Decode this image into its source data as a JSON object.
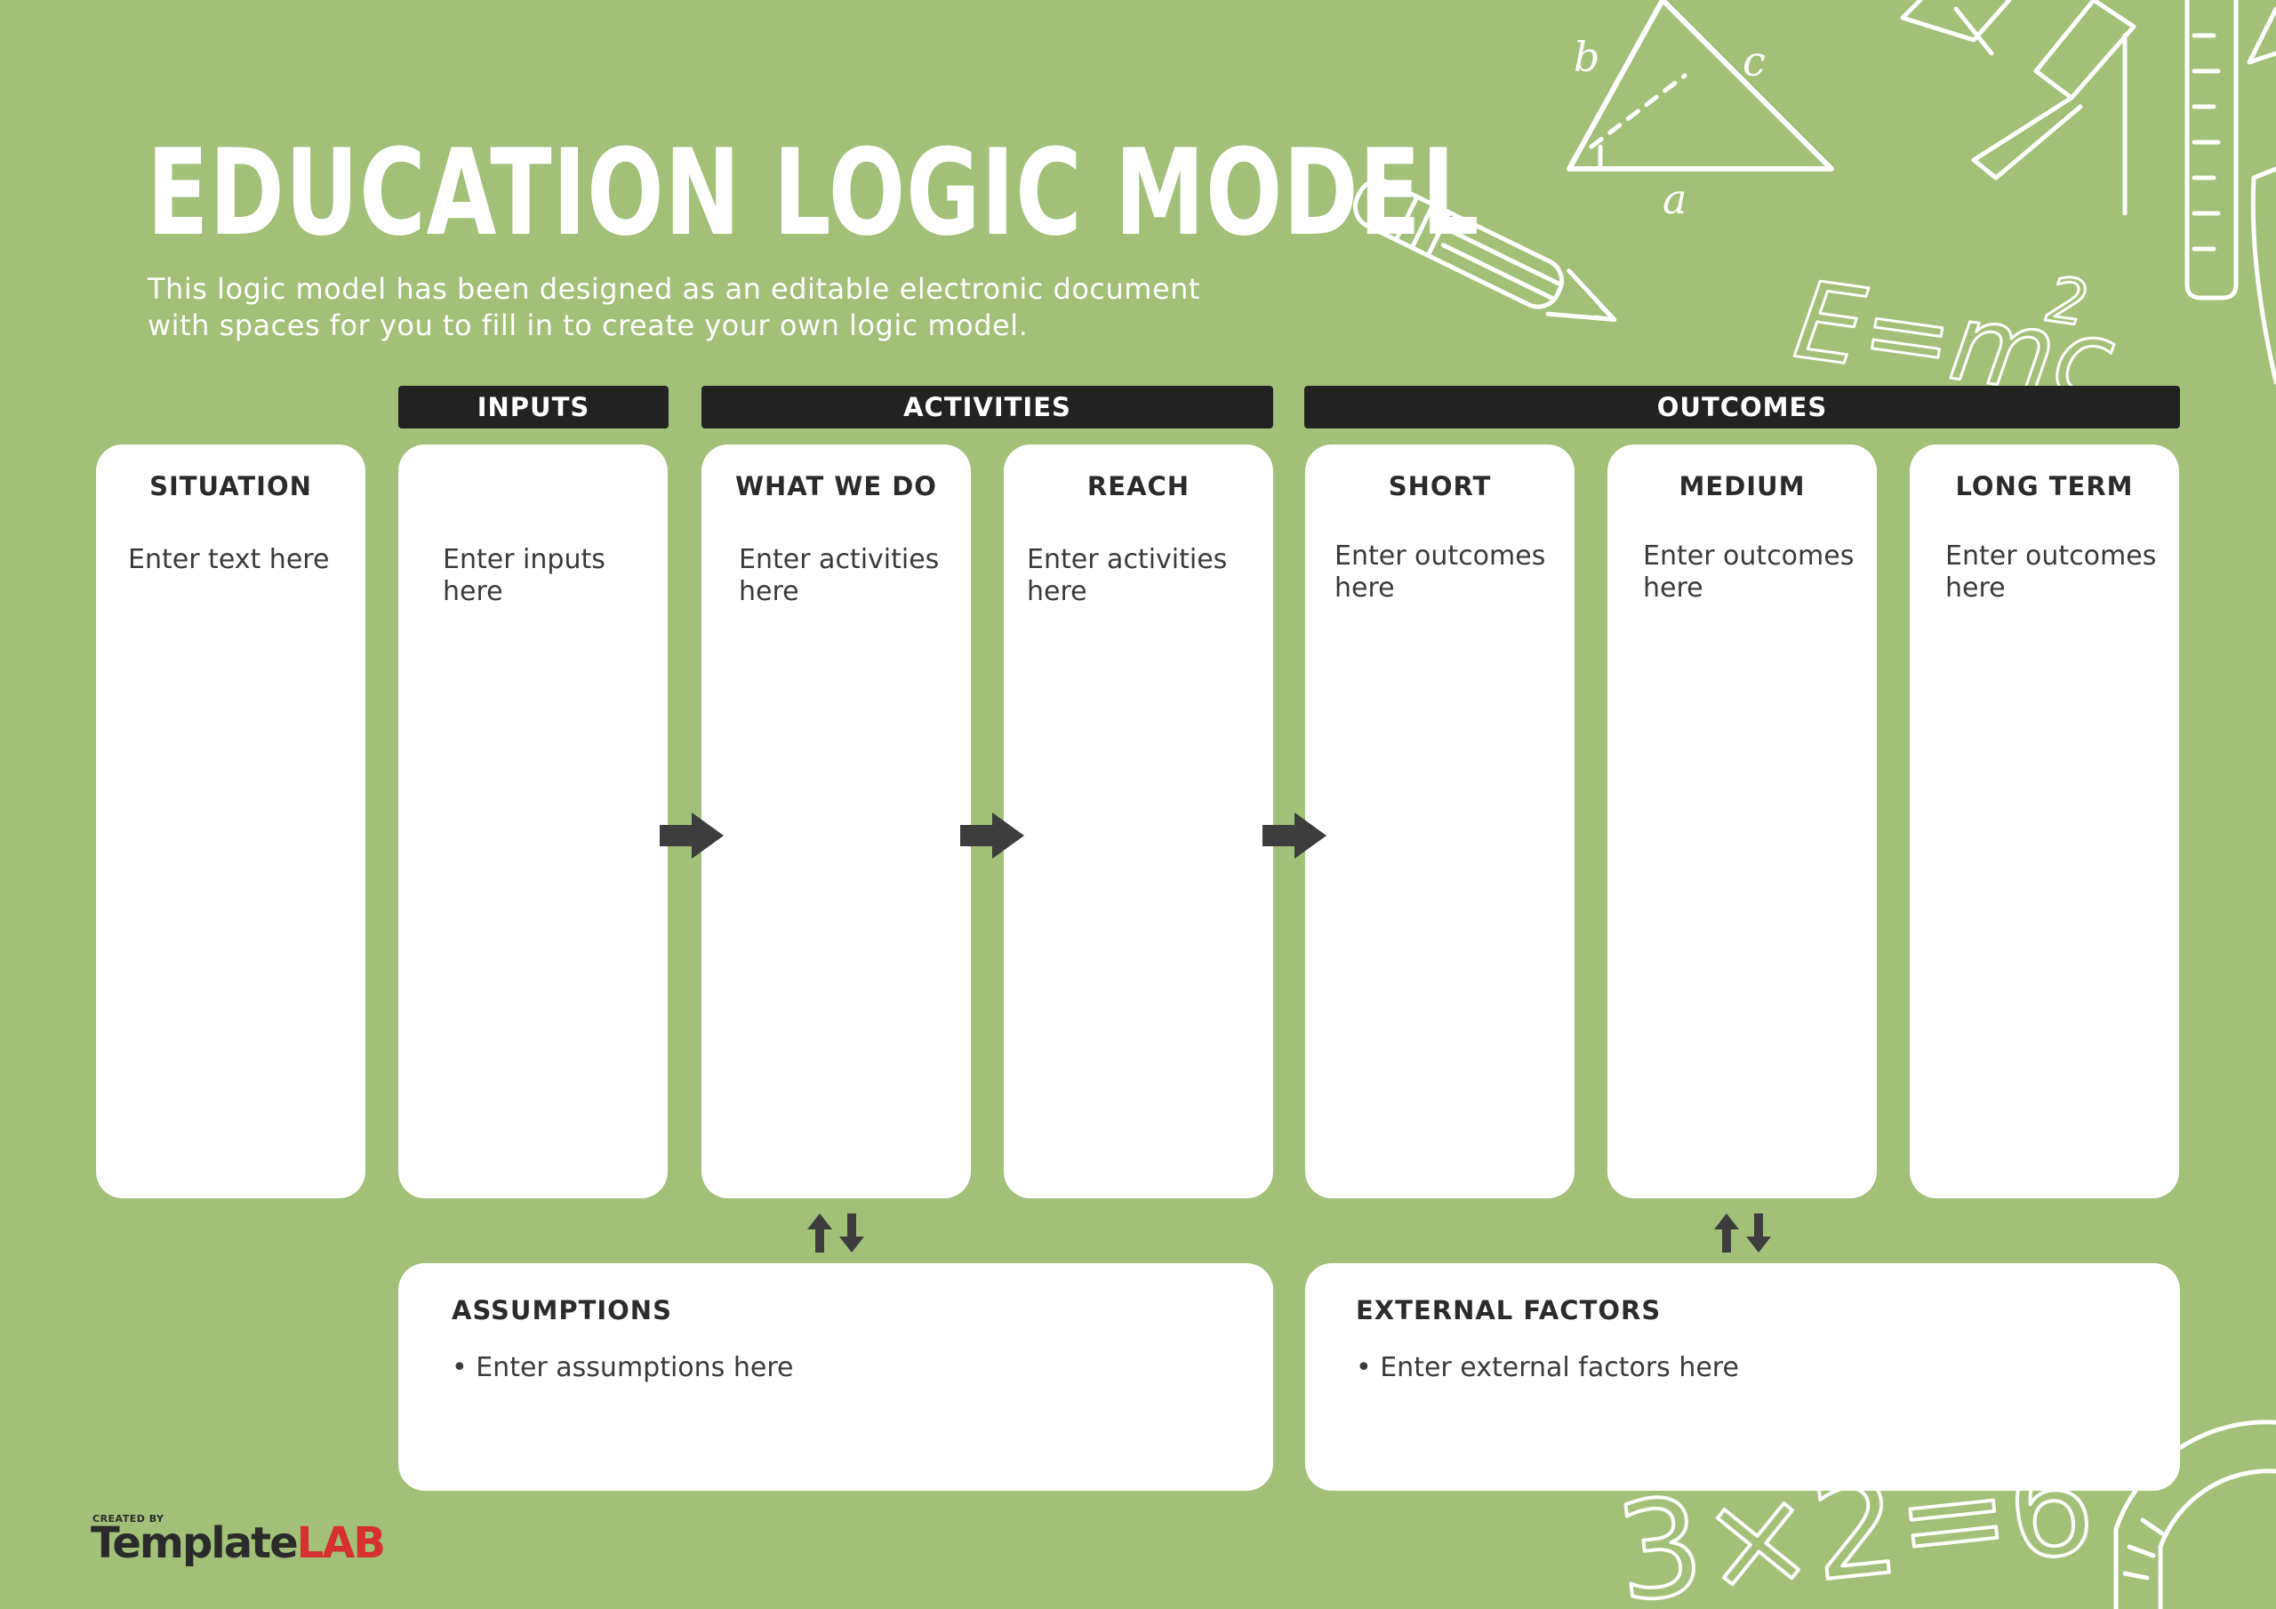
{
  "header": {
    "title": "EDUCATION LOGIC MODEL",
    "subtitle_line1": "This logic model has been designed as an editable electronic document",
    "subtitle_line2": "with spaces for you to fill in to create your own logic model."
  },
  "sections": {
    "inputs": "INPUTS",
    "activities": "ACTIVITIES",
    "outcomes": "OUTCOMES"
  },
  "columns": [
    {
      "heading": "SITUATION",
      "line1": "Enter text here",
      "line2": ""
    },
    {
      "heading": "",
      "line1": "Enter inputs",
      "line2": "here"
    },
    {
      "heading": "WHAT WE DO",
      "line1": "Enter activities",
      "line2": "here"
    },
    {
      "heading": "REACH",
      "line1": "Enter activities",
      "line2": "here"
    },
    {
      "heading": "SHORT",
      "line1": "Enter outcomes",
      "line2": "here"
    },
    {
      "heading": "MEDIUM",
      "line1": "Enter outcomes",
      "line2": "here"
    },
    {
      "heading": "LONG TERM",
      "line1": "Enter outcomes",
      "line2": "here"
    }
  ],
  "assumptions": {
    "heading": "ASSUMPTIONS",
    "item": "• Enter assumptions here"
  },
  "external_factors": {
    "heading": "EXTERNAL FACTORS",
    "item": "• Enter external factors here"
  },
  "logo": {
    "created_by": "CREATED BY",
    "name_part1": "Template",
    "name_part2": "LAB"
  },
  "doodles": {
    "formula": "E=mc",
    "exponent": "2",
    "equation": "3×2=6",
    "label_b": "b",
    "label_c": "c",
    "label_a": "a"
  },
  "colors": {
    "background": "#a2c078",
    "section_bar": "#222222",
    "card": "#ffffff",
    "arrow": "#3d3d3d",
    "logo_accent": "#d63030"
  }
}
